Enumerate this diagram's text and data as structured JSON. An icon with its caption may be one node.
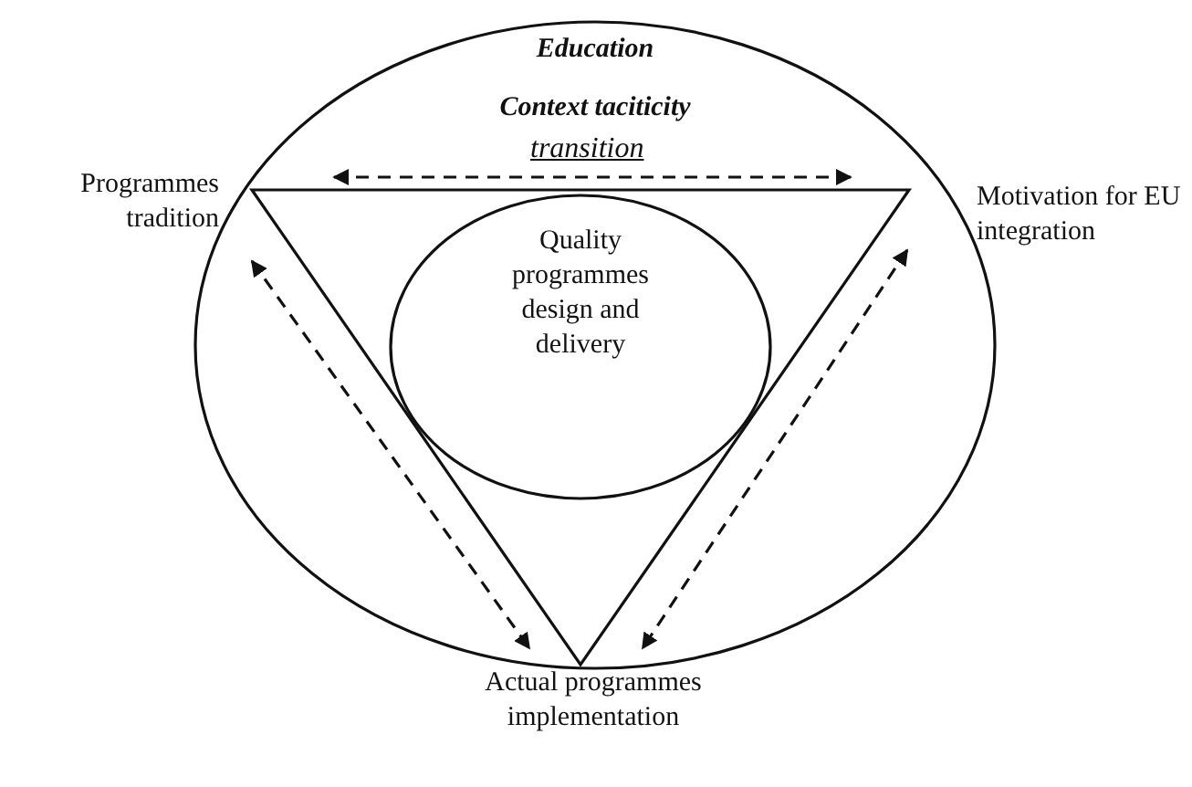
{
  "diagram": {
    "nodes": [
      {
        "text": [
          "Education",
          "Context taciticity"
        ]
      },
      {
        "text": [
          "Programmes tradition"
        ]
      },
      {
        "text": [
          "Motivation for EU integration"
        ]
      },
      {
        "text": [],
        "shape": "triangle",
        "in": 0
      },
      {
        "text": [
          "Quality programmes design and delivery"
        ],
        "in": 3
      },
      {
        "text": [
          "Actual programmes implementation"
        ]
      }
    ],
    "edges": [
      {
        "from": 1,
        "to": 2,
        "arrow": "both",
        "style": "dashed",
        "label": "transition"
      },
      {
        "from": 1,
        "to": 5,
        "arrow": "both",
        "style": "dashed"
      },
      {
        "from": 2,
        "to": 5,
        "arrow": "both",
        "style": "dashed"
      }
    ]
  }
}
